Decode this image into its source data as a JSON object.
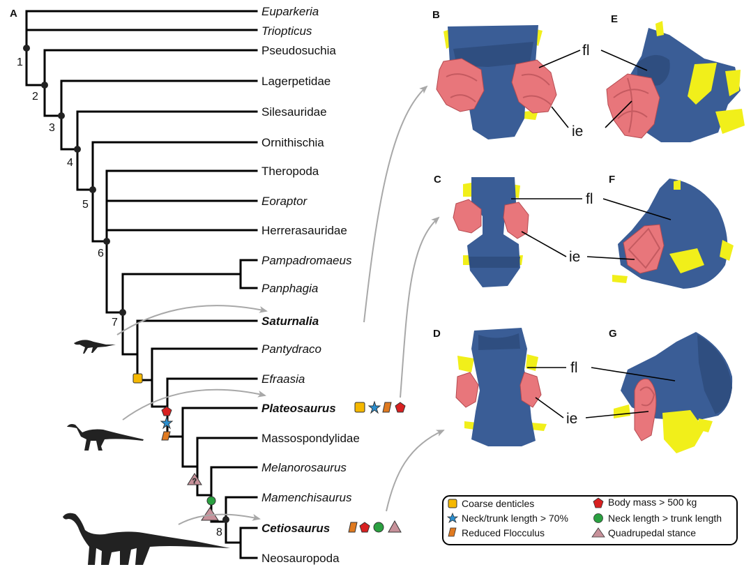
{
  "panels": {
    "a": "A",
    "b": "B",
    "c": "C",
    "d": "D",
    "e": "E",
    "f": "F",
    "g": "G"
  },
  "taxa": [
    {
      "key": "euparkeria",
      "label": "Euparkeria",
      "italic": true,
      "bold": false
    },
    {
      "key": "triopticus",
      "label": "Triopticus",
      "italic": true,
      "bold": false
    },
    {
      "key": "pseudosuchia",
      "label": "Pseudosuchia",
      "italic": false,
      "bold": false
    },
    {
      "key": "lagerpetidae",
      "label": "Lagerpetidae",
      "italic": false,
      "bold": false
    },
    {
      "key": "silesauridae",
      "label": "Silesauridae",
      "italic": false,
      "bold": false
    },
    {
      "key": "ornithischia",
      "label": "Ornithischia",
      "italic": false,
      "bold": false
    },
    {
      "key": "theropoda",
      "label": "Theropoda",
      "italic": false,
      "bold": false
    },
    {
      "key": "eoraptor",
      "label": "Eoraptor",
      "italic": true,
      "bold": false
    },
    {
      "key": "herrerasauridae",
      "label": "Herrerasauridae",
      "italic": false,
      "bold": false
    },
    {
      "key": "pampadromaeus",
      "label": "Pampadromaeus",
      "italic": true,
      "bold": false
    },
    {
      "key": "panphagia",
      "label": "Panphagia",
      "italic": true,
      "bold": false
    },
    {
      "key": "saturnalia",
      "label": "Saturnalia",
      "italic": true,
      "bold": true
    },
    {
      "key": "pantydraco",
      "label": "Pantydraco",
      "italic": true,
      "bold": false
    },
    {
      "key": "efraasia",
      "label": "Efraasia",
      "italic": true,
      "bold": false
    },
    {
      "key": "plateosaurus",
      "label": "Plateosaurus",
      "italic": true,
      "bold": true
    },
    {
      "key": "massospondylidae",
      "label": "Massospondylidae",
      "italic": false,
      "bold": false
    },
    {
      "key": "melanorosaurus",
      "label": "Melanorosaurus",
      "italic": true,
      "bold": false
    },
    {
      "key": "mamenchisaurus",
      "label": "Mamenchisaurus",
      "italic": true,
      "bold": false
    },
    {
      "key": "cetiosaurus",
      "label": "Cetiosaurus",
      "italic": true,
      "bold": true
    },
    {
      "key": "neosauropoda",
      "label": "Neosauropoda",
      "italic": false,
      "bold": false
    }
  ],
  "node_numbers": [
    "1",
    "2",
    "3",
    "4",
    "5",
    "6",
    "7",
    "8"
  ],
  "annotations": {
    "fl": "fl",
    "ie": "ie"
  },
  "legend": {
    "items": [
      {
        "label": "Coarse denticles",
        "icon": "square",
        "color": "#f5b800"
      },
      {
        "label": "Neck/trunk length > 70%",
        "icon": "star",
        "color": "#2a8fd0"
      },
      {
        "label": "Reduced Flocculus",
        "icon": "parallelogram",
        "color": "#e07a20"
      },
      {
        "label": "Body mass > 500 kg",
        "icon": "pentagon",
        "color": "#d82020"
      },
      {
        "label": "Neck length > trunk length",
        "icon": "circle",
        "color": "#2aa040"
      },
      {
        "label": "Quadrupedal stance",
        "icon": "triangle",
        "color": "#c7919a"
      }
    ]
  },
  "colors": {
    "braincase": "#3a5d96",
    "inner_ear": "#e8767b",
    "other_bone": "#f1ef1a",
    "tree": "#000000",
    "arrow": "#a8a8a8"
  }
}
